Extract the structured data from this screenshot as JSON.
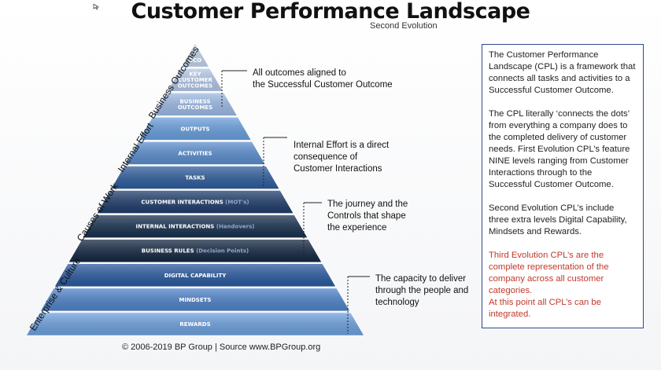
{
  "header": {
    "title": "Customer Performance Landscape",
    "subtitle": "Second Evolution"
  },
  "pyramid": {
    "levels": [
      {
        "label": "SCO",
        "sub": ""
      },
      {
        "label": "KEY CUSTOMER OUTCOMES",
        "sub": ""
      },
      {
        "label": "BUSINESS OUTCOMES",
        "sub": ""
      },
      {
        "label": "OUTPUTS",
        "sub": ""
      },
      {
        "label": "ACTIVITIES",
        "sub": ""
      },
      {
        "label": "TASKS",
        "sub": ""
      },
      {
        "label": "CUSTOMER INTERACTIONS",
        "sub": "(MOT's)"
      },
      {
        "label": "INTERNAL INTERACTIONS",
        "sub": "(Handovers)"
      },
      {
        "label": "BUSINESS RULES",
        "sub": "(Decision Points)"
      },
      {
        "label": "DIGITAL CAPABILITY",
        "sub": ""
      },
      {
        "label": "MINDSETS",
        "sub": ""
      },
      {
        "label": "REWARDS",
        "sub": ""
      }
    ],
    "colors": [
      "#c5d6ee",
      "#b3c8e8",
      "#9dbbe6",
      "#6aa0df",
      "#5c8fd0",
      "#2e5d9c",
      "#1f3d6b",
      "#17304f",
      "#142742",
      "#2a5aa0",
      "#4f84cc",
      "#6ea2e0"
    ],
    "side_labels": {
      "business_outcomes": "Business Outcomes",
      "internal_effort": "Internal Effort",
      "causes_of_work": "Causes of Work",
      "enterprise_culture": "Enterprise & Culture"
    }
  },
  "callouts": {
    "c1": [
      "All outcomes aligned to",
      "the Successful Customer Outcome"
    ],
    "c2": [
      "Internal Effort is a direct",
      "consequence of",
      "Customer Interactions"
    ],
    "c3": [
      "The journey and the",
      "Controls that shape",
      "the experience"
    ],
    "c4": [
      "The capacity to deliver",
      "through the people and",
      "technology"
    ]
  },
  "footer": "© 2006-2019 BP Group | Source www.BPGroup.org",
  "description": {
    "p1": "The Customer Performance Landscape (CPL) is a framework that connects all tasks and activities to a Successful Customer Outcome.",
    "p2": "The CPL literally ‘connects the dots’ from everything a company does to the completed delivery of customer needs. First Evolution CPL’s feature NINE levels ranging from Customer Interactions through to the Successful Customer Outcome.",
    "p3": "Second Evolution CPL’s include three extra levels Digital Capability, Mindsets and Rewards.",
    "p4a": "Third Evolution CPL’s are the complete representation of the company across all customer categories.",
    "p4b": "At this point all CPL’s can be integrated."
  }
}
